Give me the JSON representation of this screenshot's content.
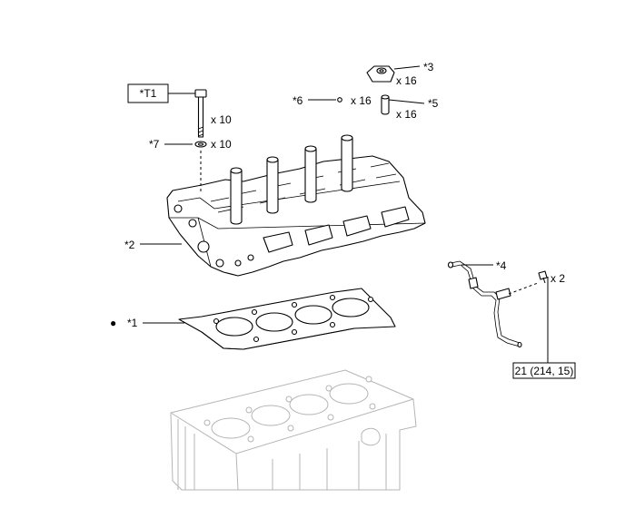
{
  "callouts": {
    "t1": "*T1",
    "part1": "*1",
    "part2": "*2",
    "part3": "*3",
    "part4": "*4",
    "part5": "*5",
    "part6": "*6",
    "part7": "*7"
  },
  "quantities": {
    "bolt_t1": "x 10",
    "washer_7": "x 10",
    "part3": "x 16",
    "part6": "x 16",
    "part5": "x 16",
    "bolt_4": "x 2"
  },
  "torque": {
    "bracket_bolt": "21 (214, 15)"
  },
  "symbols": {
    "non_reusable": "●"
  },
  "icons": {
    "non_reusable": "filled-circle-icon"
  }
}
